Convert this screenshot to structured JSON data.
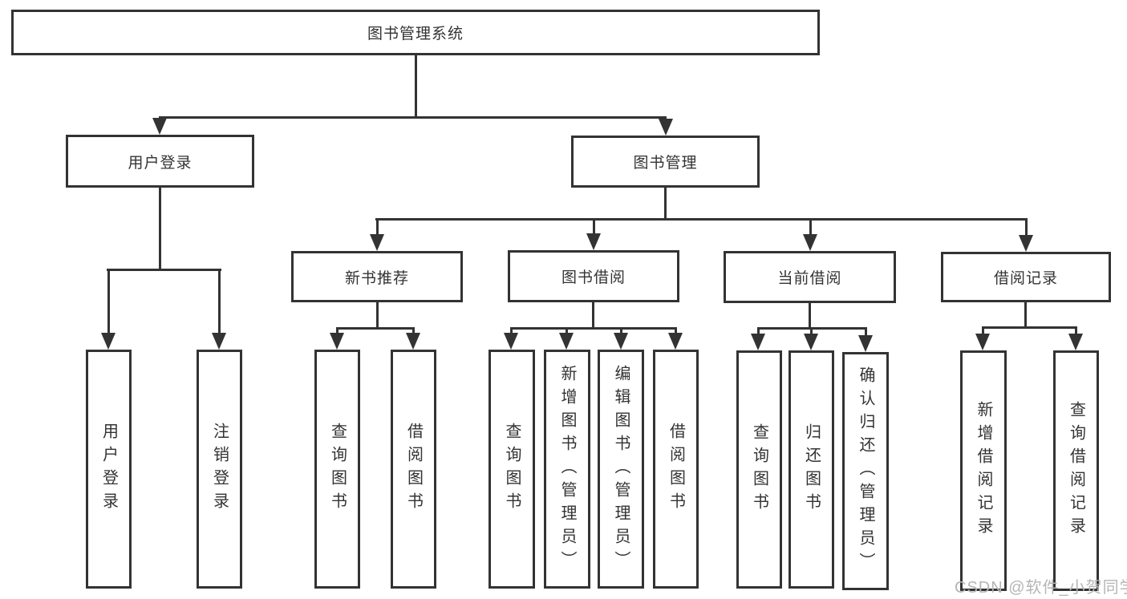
{
  "diagram": {
    "title": "图书管理系统",
    "root": {
      "label": "图书管理系统"
    },
    "level2": [
      {
        "label": "用户登录"
      },
      {
        "label": "图书管理"
      }
    ],
    "level3": [
      {
        "label": "新书推荐"
      },
      {
        "label": "图书借阅"
      },
      {
        "label": "当前借阅"
      },
      {
        "label": "借阅记录"
      }
    ],
    "leaves": {
      "user_login_children": [
        "用户登录",
        "注销登录"
      ],
      "new_book_children": [
        "查询图书",
        "借阅图书"
      ],
      "book_borrow_children": [
        "查询图书",
        "新增图书（管理员）",
        "编辑图书（管理员）",
        "借阅图书"
      ],
      "current_borrow_children": [
        "查询图书",
        "归还图书",
        "确认归还（管理员）"
      ],
      "borrow_record_children": [
        "新增借阅记录",
        "查询借阅记录"
      ]
    }
  },
  "watermark": {
    "text": "CSDN @软件_小贺同学"
  },
  "colors": {
    "line": "#333333",
    "box_border": "#333333",
    "text": "#333333",
    "background": "#ffffff",
    "watermark": "#b5b5b5"
  }
}
